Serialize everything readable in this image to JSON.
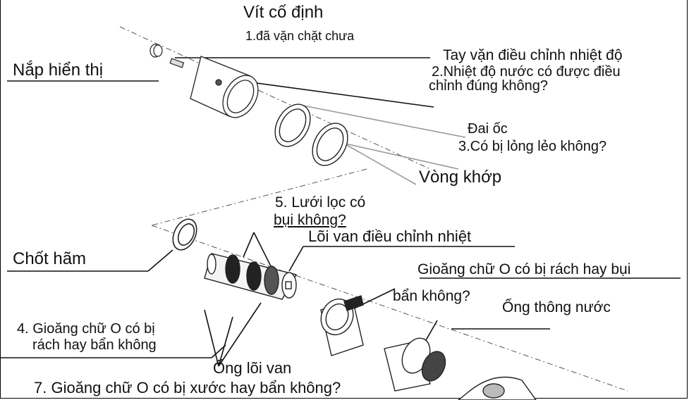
{
  "labels": {
    "vit_co_dinh": "Vít cố định",
    "q1": "1.đã vặn chặt chưa",
    "nap_hien_thi": "Nắp hiển thị",
    "tay_van": "Tay vặn điều chỉnh nhiệt độ",
    "q2_line1": "2.Nhiệt độ nước có được điều",
    "q2_line2": "chỉnh đúng không?",
    "dai_oc": "Đai ốc",
    "q3": "3.Có bị lỏng lẻo không?",
    "vong_khop": "Vòng khớp",
    "q5_line1": "5. Lưới lọc có",
    "q5_line2": "bụi không?",
    "loi_van": "Lõi van điều chỉnh nhiệt",
    "chot_ham": "Chốt hãm",
    "gioang_line1": "Gioăng chữ O có bị rách hay bụi",
    "gioang_line2": "bẩn không?",
    "ong_thong_nuoc": "Ống thông nước",
    "q4_line1": "4. Gioăng chữ O có bị",
    "q4_line2": "rách hay bẩn không",
    "ong_loi_van": "Ống lõi van",
    "q7": "7. Gioăng chữ O có bị xước hay bẩn không?"
  }
}
